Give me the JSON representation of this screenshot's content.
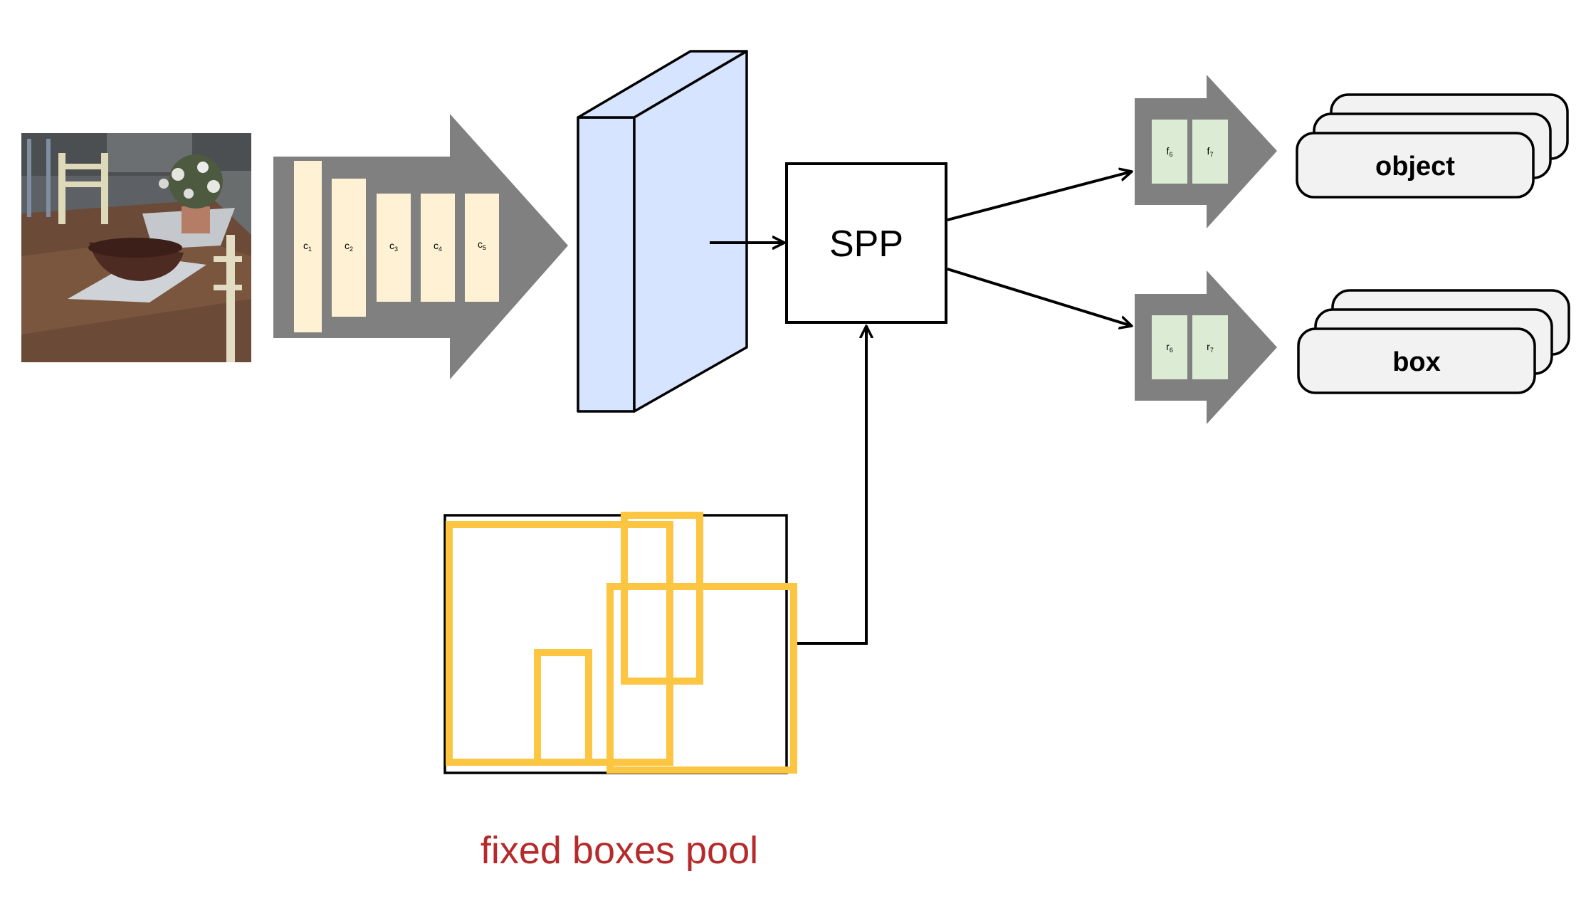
{
  "colors": {
    "arrow_gray": "#808080",
    "conv_fill": "#fff2d4",
    "fc_fill": "#dcecd4",
    "feature_map_fill": "#d6e4ff",
    "box_yellow": "#fcc642",
    "caption_red": "#b52a2a",
    "output_card_fill": "#f2f2f2"
  },
  "input_image": {
    "description_icon": "photo-icon"
  },
  "backbone": {
    "conv_layers": [
      {
        "base": "c",
        "sub": "1"
      },
      {
        "base": "c",
        "sub": "2"
      },
      {
        "base": "c",
        "sub": "3"
      },
      {
        "base": "c",
        "sub": "4"
      },
      {
        "base": "c",
        "sub": "5"
      }
    ]
  },
  "spp": {
    "label": "SPP"
  },
  "heads": {
    "cls": {
      "layers": [
        {
          "base": "f",
          "sub": "6"
        },
        {
          "base": "f",
          "sub": "7"
        }
      ]
    },
    "reg": {
      "layers": [
        {
          "base": "r",
          "sub": "6"
        },
        {
          "base": "r",
          "sub": "7"
        }
      ]
    }
  },
  "outputs": {
    "object_label": "object",
    "box_label": "box"
  },
  "pool": {
    "caption": "fixed boxes pool"
  }
}
